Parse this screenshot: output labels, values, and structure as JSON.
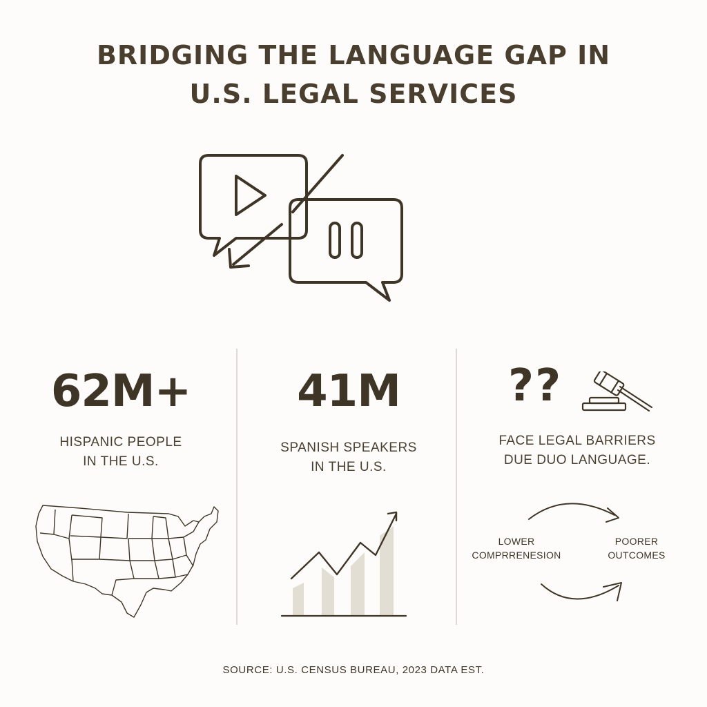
{
  "title": {
    "line1": "BRIDGING THE LANGUAGE GAP IN",
    "line2": "U.S. LEGAL SERVICES"
  },
  "hero": {
    "icon": "translation-chat-bubbles-icon"
  },
  "stats": [
    {
      "value": "62M+",
      "caption_line1": "HISPANIC PEOPLE",
      "caption_line2": "IN THE U.S.",
      "illustration": "us-map-icon"
    },
    {
      "value": "41M",
      "caption_line1": "SPANISH SPEAKERS",
      "caption_line2": "IN THE U.S.",
      "illustration": "growth-chart-icon"
    },
    {
      "value": "??",
      "caption_line1": "FACE LEGAL BARRIERS",
      "caption_line2": "DUE DUO LANGUAGE.",
      "illustration": "gavel-icon"
    }
  ],
  "cycle": {
    "left_line1": "LOWER",
    "left_line2": "COMPRRENESION",
    "right_line1": "POORER",
    "right_line2": "OUTCOMES"
  },
  "source": "SOURCE: U.S. CENSUS BUREAU, 2023 DATA EST.",
  "colors": {
    "text": "#3e3527",
    "divider": "#dcd8d2",
    "bar_fill": "#e3ded4",
    "background": "#fdfcfa"
  }
}
